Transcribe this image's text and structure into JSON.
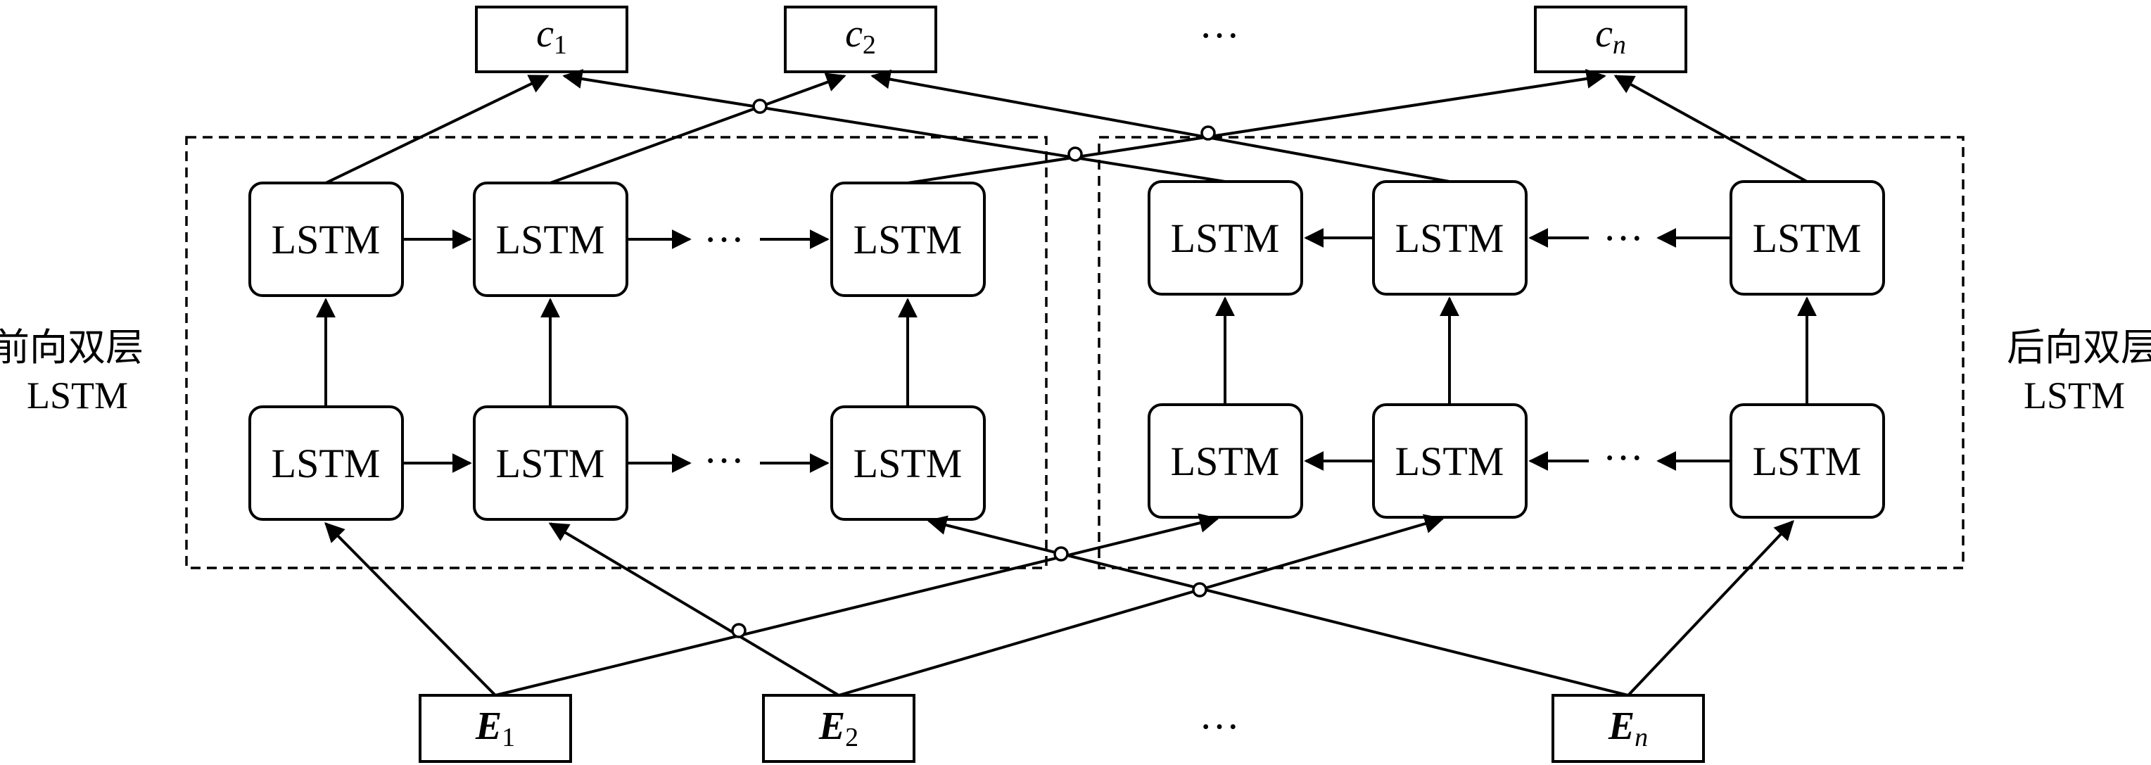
{
  "cell_label": "LSTM",
  "ellipsis": "···",
  "forward_group": {
    "line1": "前向双层",
    "line2": "LSTM"
  },
  "backward_group": {
    "line1": "后向双层",
    "line2": "LSTM"
  },
  "outputs": [
    {
      "symbol": "c",
      "index": "1"
    },
    {
      "symbol": "c",
      "index": "2"
    },
    {
      "symbol": "c",
      "index": "n"
    }
  ],
  "inputs": [
    {
      "symbol": "E",
      "index": "1"
    },
    {
      "symbol": "E",
      "index": "2"
    },
    {
      "symbol": "E",
      "index": "n"
    }
  ]
}
